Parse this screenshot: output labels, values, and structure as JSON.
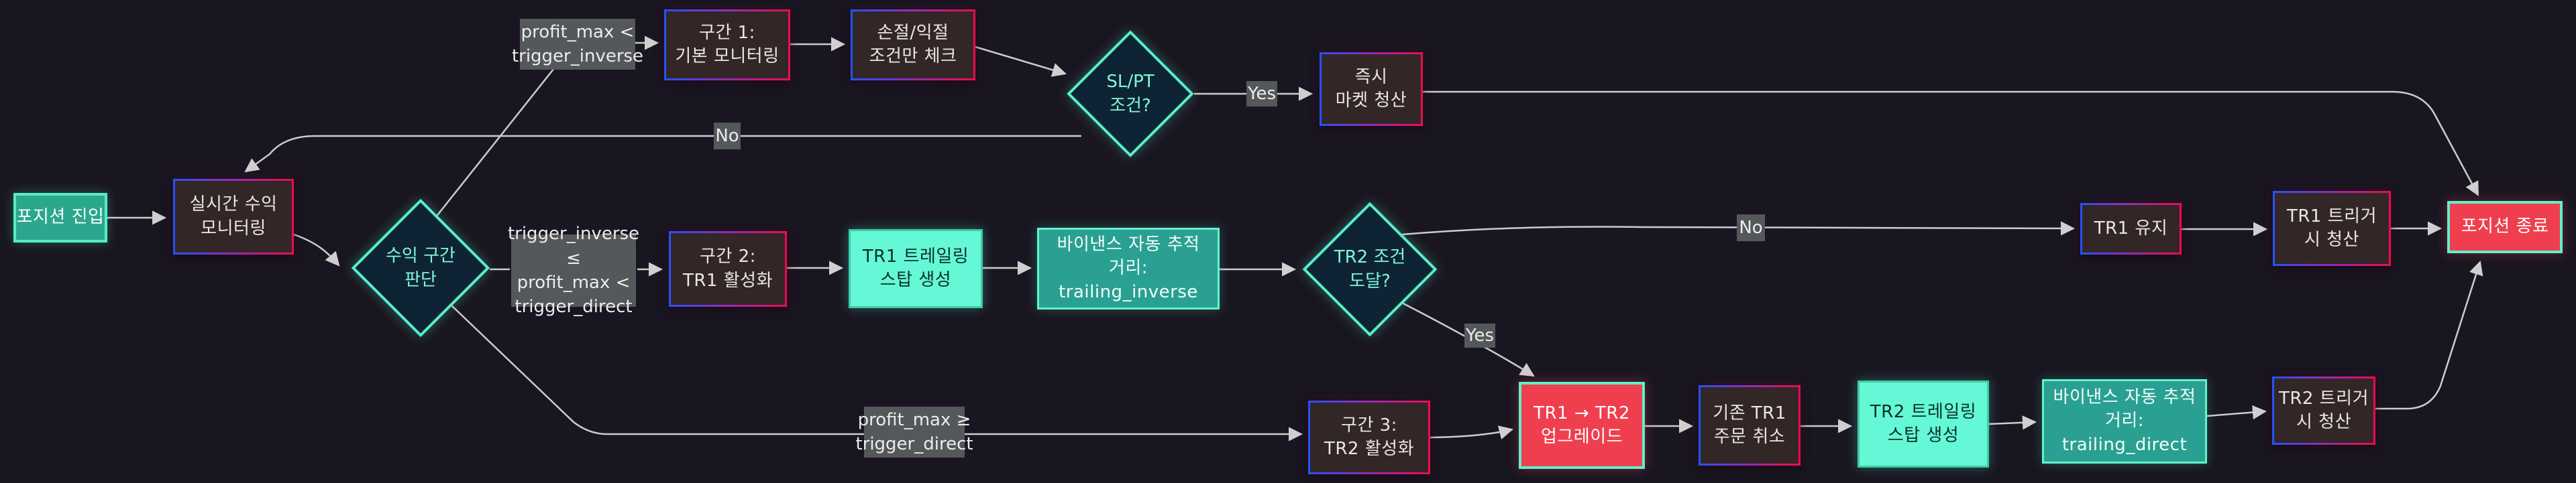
{
  "diagram": {
    "title": "trailing-stop position flow",
    "background": "#191621",
    "colors": {
      "line": "#cccccc",
      "node_dark_fill": "#322726",
      "node_border_gradient": [
        "#2353ff",
        "#9929b8",
        "#f00a50"
      ],
      "start_fill": "#2ba78e",
      "mint_fill": "#64f8d6",
      "teal_fill": "#2aa092",
      "red_fill": "#ef3f4e",
      "accent_mint": "#57efc8",
      "diamond_fill": "#0e2435",
      "diamond_text": "#80f7d6",
      "edge_label_bg": "#54585a",
      "text_light": "#eae6e3",
      "text_dark": "#0c2f29"
    },
    "nodes": [
      {
        "id": "start",
        "shape": "rect-teal",
        "label": "포지션 진입"
      },
      {
        "id": "monitor",
        "shape": "rect",
        "label": "실시간 수익\n모니터링"
      },
      {
        "id": "decision_zone",
        "shape": "diamond",
        "label": "수익 구간\n판단"
      },
      {
        "id": "zone1",
        "shape": "rect",
        "label": "구간 1:\n기본 모니터링"
      },
      {
        "id": "slpt_check",
        "shape": "rect",
        "label": "손절/익절\n조건만 체크"
      },
      {
        "id": "decision_slpt",
        "shape": "diamond",
        "label": "SL/PT\n조건?"
      },
      {
        "id": "market_close",
        "shape": "rect",
        "label": "즉시\n마켓 청산"
      },
      {
        "id": "zone2",
        "shape": "rect",
        "label": "구간 2:\nTR1 활성화"
      },
      {
        "id": "tr1_create",
        "shape": "rect-mint",
        "label": "TR1 트레일링\n스탑 생성"
      },
      {
        "id": "binance_inverse",
        "shape": "rect-teal2",
        "label": "바이낸스 자동 추적\n거리: trailing_inverse"
      },
      {
        "id": "decision_tr2",
        "shape": "diamond",
        "label": "TR2 조건\n도달?"
      },
      {
        "id": "tr1_keep",
        "shape": "rect",
        "label": "TR1 유지"
      },
      {
        "id": "tr1_trigger",
        "shape": "rect",
        "label": "TR1 트리거\n시 청산"
      },
      {
        "id": "end",
        "shape": "rect-red",
        "label": "포지션 종료"
      },
      {
        "id": "zone3",
        "shape": "rect",
        "label": "구간 3:\nTR2 활성화"
      },
      {
        "id": "upgrade",
        "shape": "rect-red",
        "label": "TR1 → TR2\n업그레이드"
      },
      {
        "id": "cancel_tr1",
        "shape": "rect",
        "label": "기존 TR1\n주문 취소"
      },
      {
        "id": "tr2_create",
        "shape": "rect-mint",
        "label": "TR2 트레일링\n스탑 생성"
      },
      {
        "id": "binance_direct",
        "shape": "rect-teal2",
        "label": "바이낸스 자동 추적\n거리: trailing_direct"
      },
      {
        "id": "tr2_trigger",
        "shape": "rect",
        "label": "TR2 트리거\n시 청산"
      }
    ],
    "edge_labels": [
      {
        "id": "cond_zone1",
        "text": "profit_max <\ntrigger_inverse"
      },
      {
        "id": "no_slpt",
        "text": "No"
      },
      {
        "id": "yes_slpt",
        "text": "Yes"
      },
      {
        "id": "cond_zone2",
        "text": "trigger_inverse ≤\nprofit_max <\ntrigger_direct"
      },
      {
        "id": "no_tr2",
        "text": "No"
      },
      {
        "id": "yes_tr2",
        "text": "Yes"
      },
      {
        "id": "cond_zone3",
        "text": "profit_max ≥\ntrigger_direct"
      }
    ],
    "edges": [
      {
        "from": "start",
        "to": "monitor",
        "label": ""
      },
      {
        "from": "monitor",
        "to": "decision_zone",
        "label": ""
      },
      {
        "from": "decision_zone",
        "to": "zone1",
        "label": "profit_max < trigger_inverse"
      },
      {
        "from": "zone1",
        "to": "slpt_check",
        "label": ""
      },
      {
        "from": "slpt_check",
        "to": "decision_slpt",
        "label": ""
      },
      {
        "from": "decision_slpt",
        "to": "market_close",
        "label": "Yes"
      },
      {
        "from": "decision_slpt",
        "to": "monitor",
        "label": "No"
      },
      {
        "from": "decision_zone",
        "to": "zone2",
        "label": "trigger_inverse ≤ profit_max < trigger_direct"
      },
      {
        "from": "zone2",
        "to": "tr1_create",
        "label": ""
      },
      {
        "from": "tr1_create",
        "to": "binance_inverse",
        "label": ""
      },
      {
        "from": "binance_inverse",
        "to": "decision_tr2",
        "label": ""
      },
      {
        "from": "decision_tr2",
        "to": "tr1_keep",
        "label": "No"
      },
      {
        "from": "tr1_keep",
        "to": "tr1_trigger",
        "label": ""
      },
      {
        "from": "tr1_trigger",
        "to": "end",
        "label": ""
      },
      {
        "from": "market_close",
        "to": "end",
        "label": ""
      },
      {
        "from": "decision_tr2",
        "to": "upgrade",
        "label": "Yes"
      },
      {
        "from": "decision_zone",
        "to": "zone3",
        "label": "profit_max ≥ trigger_direct"
      },
      {
        "from": "zone3",
        "to": "upgrade",
        "label": ""
      },
      {
        "from": "upgrade",
        "to": "cancel_tr1",
        "label": ""
      },
      {
        "from": "cancel_tr1",
        "to": "tr2_create",
        "label": ""
      },
      {
        "from": "tr2_create",
        "to": "binance_direct",
        "label": ""
      },
      {
        "from": "binance_direct",
        "to": "tr2_trigger",
        "label": ""
      },
      {
        "from": "tr2_trigger",
        "to": "end",
        "label": ""
      }
    ]
  }
}
